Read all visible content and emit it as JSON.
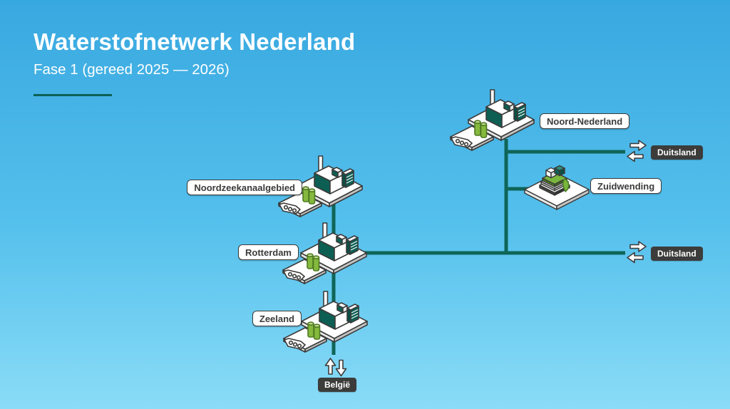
{
  "header": {
    "title": "Waterstofnetwerk Nederland",
    "subtitle": "Fase 1 (gereed 2025 — 2026)"
  },
  "nodes": [
    {
      "label": "Noord-Nederland"
    },
    {
      "label": "Zuidwending"
    },
    {
      "label": "Noordzeekanaalgebied"
    },
    {
      "label": "Rotterdam"
    },
    {
      "label": "Zeeland"
    }
  ],
  "interconnections": [
    {
      "label": "Duitsland",
      "direction": "export-import"
    },
    {
      "label": "Duitsland",
      "direction": "export-import"
    },
    {
      "label": "België",
      "direction": "export-import"
    }
  ],
  "icons": {
    "factory": "isometric-factory-with-ship-and-tanks",
    "storage": "isometric-salt-cavern-storage",
    "arrows": "white-block-arrows-two-way"
  },
  "colors": {
    "background_top": "#38a8e0",
    "background_bottom": "#8adcf7",
    "pipeline": "#0f6557",
    "title_underline": "#0d6154",
    "badge_background": "#3c3c3b",
    "label_text": "#3b3b3a",
    "illustration_green": "#85b93e",
    "illustration_teal": "#0d5f53"
  }
}
